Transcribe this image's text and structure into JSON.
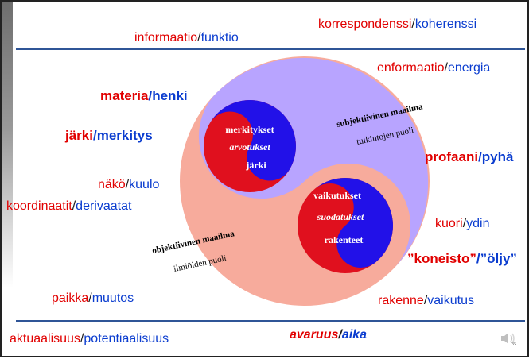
{
  "pairs": {
    "informaatio": {
      "a": "informaatio",
      "sep": "/",
      "b": "funktio"
    },
    "korrespondenssi": {
      "a": "korrespondenssi",
      "sep": "/",
      "b": "koherenssi"
    },
    "enformaatio": {
      "a": "enformaatio",
      "sep": "/",
      "b": "energia"
    },
    "materia": {
      "a": "materia",
      "sep": "/",
      "b": "henki"
    },
    "jarki": {
      "a": "järki",
      "sep": "/",
      "b": "merkitys"
    },
    "profaani": {
      "a": "profaani",
      "sep": "/",
      "b": "pyhä"
    },
    "nako": {
      "a": "näkö",
      "sep": "/",
      "b": "kuulo"
    },
    "koordinaatit": {
      "a": "koordinaatit",
      "sep": "/",
      "b": "derivaatat"
    },
    "kuori": {
      "a": "kuori",
      "sep": "/",
      "b": "ydin"
    },
    "koneisto": {
      "a": "”koneisto”",
      "sep": "/",
      "b": "”öljy”"
    },
    "paikka": {
      "a": "paikka",
      "sep": "/",
      "b": "muutos"
    },
    "rakenne": {
      "a": "rakenne",
      "sep": "/",
      "b": "vaikutus"
    },
    "aktuaalisuus": {
      "a": "aktuaalisuus",
      "sep": "/",
      "b": "potentiaalisuus"
    },
    "avaruus": {
      "a": "avaruus",
      "sep": "/",
      "b": "aika"
    }
  },
  "diagram": {
    "subjektiivinen": "subjektiivinen maailma",
    "tulkintojen": "tulkintojen puoli",
    "objektiivinen": "objektiivinen maailma",
    "ilmioiden": "ilmiöiden puoli",
    "upper_yin_yang": {
      "top": "merkitykset",
      "middle": "arvotukset",
      "bottom": "järki"
    },
    "lower_yin_yang": {
      "top": "vaikutukset",
      "middle": "suodatukset",
      "bottom": "rakenteet"
    }
  },
  "colors": {
    "red": "#e10000",
    "blue": "#0a3ccf",
    "lavender": "#b8a4ff",
    "salmon": "#f7ab9c",
    "yy_red": "#e0101e",
    "yy_blue": "#2211e8"
  },
  "icons": {
    "sound": "speaker-icon"
  },
  "slide_number": "35"
}
